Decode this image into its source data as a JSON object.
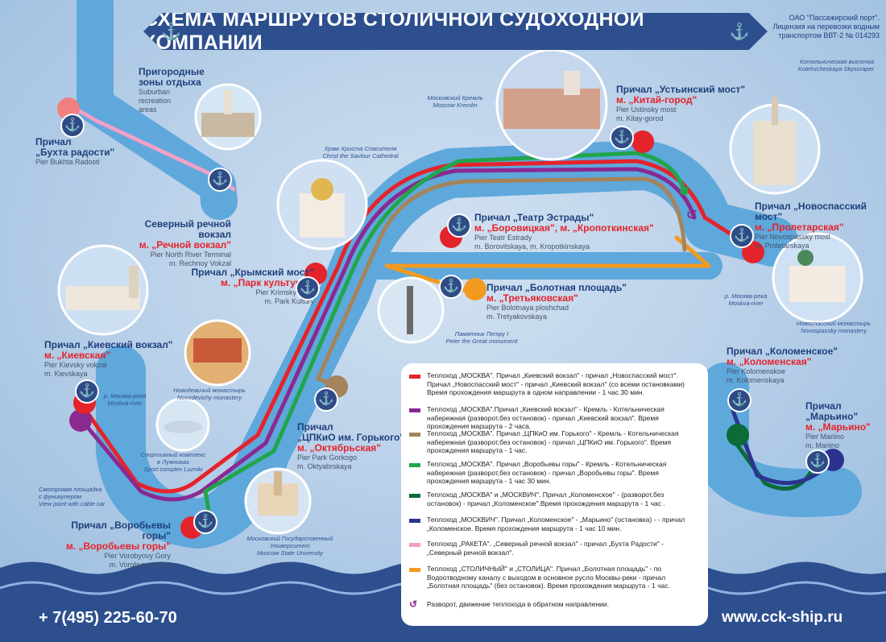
{
  "title": "СХЕМА МАРШРУТОВ СТОЛИЧНОЙ СУДОХОДНОЙ КОМПАНИИ",
  "license": [
    "ОАО \"Пассажирский порт\".",
    "Лицензия на перевозки водным",
    "транспортом ВВТ-2 № 014293"
  ],
  "suburban": {
    "title_line1": "Пригородные",
    "title_line2": "зоны отдыха",
    "en_line1": "Suburban",
    "en_line2": "recreation",
    "en_line3": "areas"
  },
  "piers": [
    {
      "id": "bukhta",
      "name_line1": "Причал",
      "name_line2": "„Бухта радости\"",
      "metro": "",
      "en": [
        "Pier Bukhta Radosti"
      ]
    },
    {
      "id": "rechnoy",
      "name_line1": "Северный речной вокзал",
      "name_line2": "",
      "metro": "м. „Речной вокзал\"",
      "en": [
        "Pier North River Terminal",
        "m. Rechnoy Vokzal"
      ]
    },
    {
      "id": "krymsky",
      "name_line1": "Причал „Крымский мост\"",
      "name_line2": "",
      "metro": "м. „Парк культуры\"",
      "en": [
        "Pier Krimsky most",
        "m. Park Kultury"
      ]
    },
    {
      "id": "kievsky",
      "name_line1": "Причал „Киевский вокзал\"",
      "name_line2": "",
      "metro": "м. „Киевская\"",
      "en": [
        "Pier Kievsky vokzal",
        "m. Kievskaya"
      ]
    },
    {
      "id": "gorky",
      "name_line1": "Причал",
      "name_line2": "„ЦПКиО им. Горького\"",
      "metro": "м. „Октябрьская\"",
      "en": [
        "Pier Park Gorkogo",
        "m. Oktyabrskaya"
      ]
    },
    {
      "id": "vorobyovy",
      "name_line1": "Причал „Воробьевы горы\"",
      "name_line2": "",
      "metro": "м. „Воробьевы горы\"",
      "en": [
        "Pier Vorobyovy Gory",
        "m. Vorobyovy Gory"
      ]
    },
    {
      "id": "estrady",
      "name_line1": "Причал „Театр Эстрады\"",
      "name_line2": "",
      "metro": "м. „Боровицкая\", м. „Кропоткинская\"",
      "en": [
        "Pier Teatr Estrady",
        "m. Borovitskaya, m. Kropotkinskaya"
      ]
    },
    {
      "id": "bolotnaya",
      "name_line1": "Причал „Болотная площадь\"",
      "name_line2": "",
      "metro": "м. „Третьяковская\"",
      "en": [
        "Pier Bolotnaya ploshchad",
        "m. Tretyakovskaya"
      ]
    },
    {
      "id": "ustinsky",
      "name_line1": "Причал „Устьинский мост\"",
      "name_line2": "",
      "metro": "м. „Китай-город\"",
      "en": [
        "Pier Ustinsky most",
        "m. Kitay-gorod"
      ]
    },
    {
      "id": "novospassky",
      "name_line1": "Причал „Новоспасский мост\"",
      "name_line2": "",
      "metro": "м. „Пролетарская\"",
      "en": [
        "Pier Novospassky most",
        "m. Proletarskaya"
      ]
    },
    {
      "id": "kolomenskoe",
      "name_line1": "Причал „Коломенское\"",
      "name_line2": "",
      "metro": "м. „Коломенская\"",
      "en": [
        "Pier Kolomenskoe",
        "m. Kolomenskaya"
      ]
    },
    {
      "id": "marino",
      "name_line1": "Причал",
      "name_line2": "„Марьино\"",
      "metro": "м. „Марьино\"",
      "en": [
        "Pier Mariino",
        "m. Mariino"
      ]
    }
  ],
  "captions": {
    "kremlin": [
      "Московский Кремль",
      "Moscow Kremlin"
    ],
    "cathedral": [
      "Храм Христа Спасителя",
      "Christ the Saviour Cathedral"
    ],
    "skyscraper": [
      "Котельническая высотка",
      "Kotelnicheskaya Skyscraper"
    ],
    "river1": [
      "р. Москва-река",
      "Moskva-river"
    ],
    "river2": [
      "р. Москва-река",
      "Moskva-river"
    ],
    "peter": [
      "Памятник Петру I",
      "Peter the Great monument"
    ],
    "novodevichy": [
      "Новодевичий монастырь",
      "Novodevichy monastery"
    ],
    "novospassky_mon": [
      "Новоспасский монастырь",
      "Novospassky monastery"
    ],
    "luzhniki": [
      "Спортивный комплекс",
      "в Лужниках",
      "Sport complex Luzniki"
    ],
    "viewpoint": [
      "Смотровая площадка",
      "с фуникулером",
      "View point with cable car"
    ],
    "university": [
      "Московский Государственный Университет",
      "Moscow State University"
    ]
  },
  "legend": [
    {
      "color": "#e5232b",
      "text": "Теплоход „МОСКВА\". Причал „Киевский вокзал\" - причал „Новоспасский мост\". Причал „Новоспасский мост\" - причал „Киевский вокзал\" (со всеми остановками) Время прохождения маршрута в одном направлении - 1 час 30 мин."
    },
    {
      "color": "#8a2a91",
      "text": "Теплоход „МОСКВА\".Причал „Киевский вокзал\" - Кремль - Котельническая набережная (разворот,без остановок) - причал „Киевский вокзал\". Время прохождения маршрута - 2 часа."
    },
    {
      "color": "#a5845b",
      "text": "Теплоход „МОСКВА\". Причал „ЦПКиО им. Горького\" - Кремль - Котельническая набережная (разворот,без остановок) - причал „ЦПКиО им. Горького\". Время прохождения маршрута - 1 час."
    },
    {
      "color": "#21a54a",
      "text": "Теплоход „МОСКВА\". Причал „Воробьевы горы\" - Кремль - Котельническая набережная (разворот,без остановок) - причал „Воробьевы горы\". Время прохождения маршрута - 1 час 30 мин."
    },
    {
      "color": "#0c6b37",
      "text": "Теплоход „МОСКВА\" и „МОСКВИЧ\". Причал „Коломенское\" - (разворот,без остановок) - причал „Коломенское\".Время прохождения маршрута - 1 час ."
    },
    {
      "color": "#2c338f",
      "text": "Теплоход „МОСКВИЧ\". Причал „Коломенское\" - „Марьино\" (остановка) - - причал „Коломенское. Время прохождения маршрута - 1 час 10 мин."
    },
    {
      "color": "#f0a0c8",
      "text": "Теплоход „РАКЕТА\". „Северный речной вокзал\" - причал „Бухта Радости\" - „Северный речной вокзал\"."
    },
    {
      "color": "#f29a1f",
      "text": "Теплоход „СТОЛИЧНЫЙ\" и „СТОЛИЦА\". Причал „Болотная площадь\" - по Водоотводному каналу с выходом в основное русло Москвы-реки - причал „Болотная площадь\" (без остановок). Время прохождения маршрута - 1 час."
    },
    {
      "color": "#8a2a91",
      "text": "Разворот, движение теплохода в обратном направлении."
    }
  ],
  "footer": {
    "phone": "+ 7(495) 225-60-70",
    "website": "www.cck-ship.ru"
  },
  "icons": {
    "anchor": "anchor-icon",
    "uturn": "u-turn-icon"
  },
  "colors": {
    "banner": "#2d4f8e",
    "river": "#5ea8dc",
    "background": "#bcd3ea",
    "wave": "#2d4f8e"
  }
}
